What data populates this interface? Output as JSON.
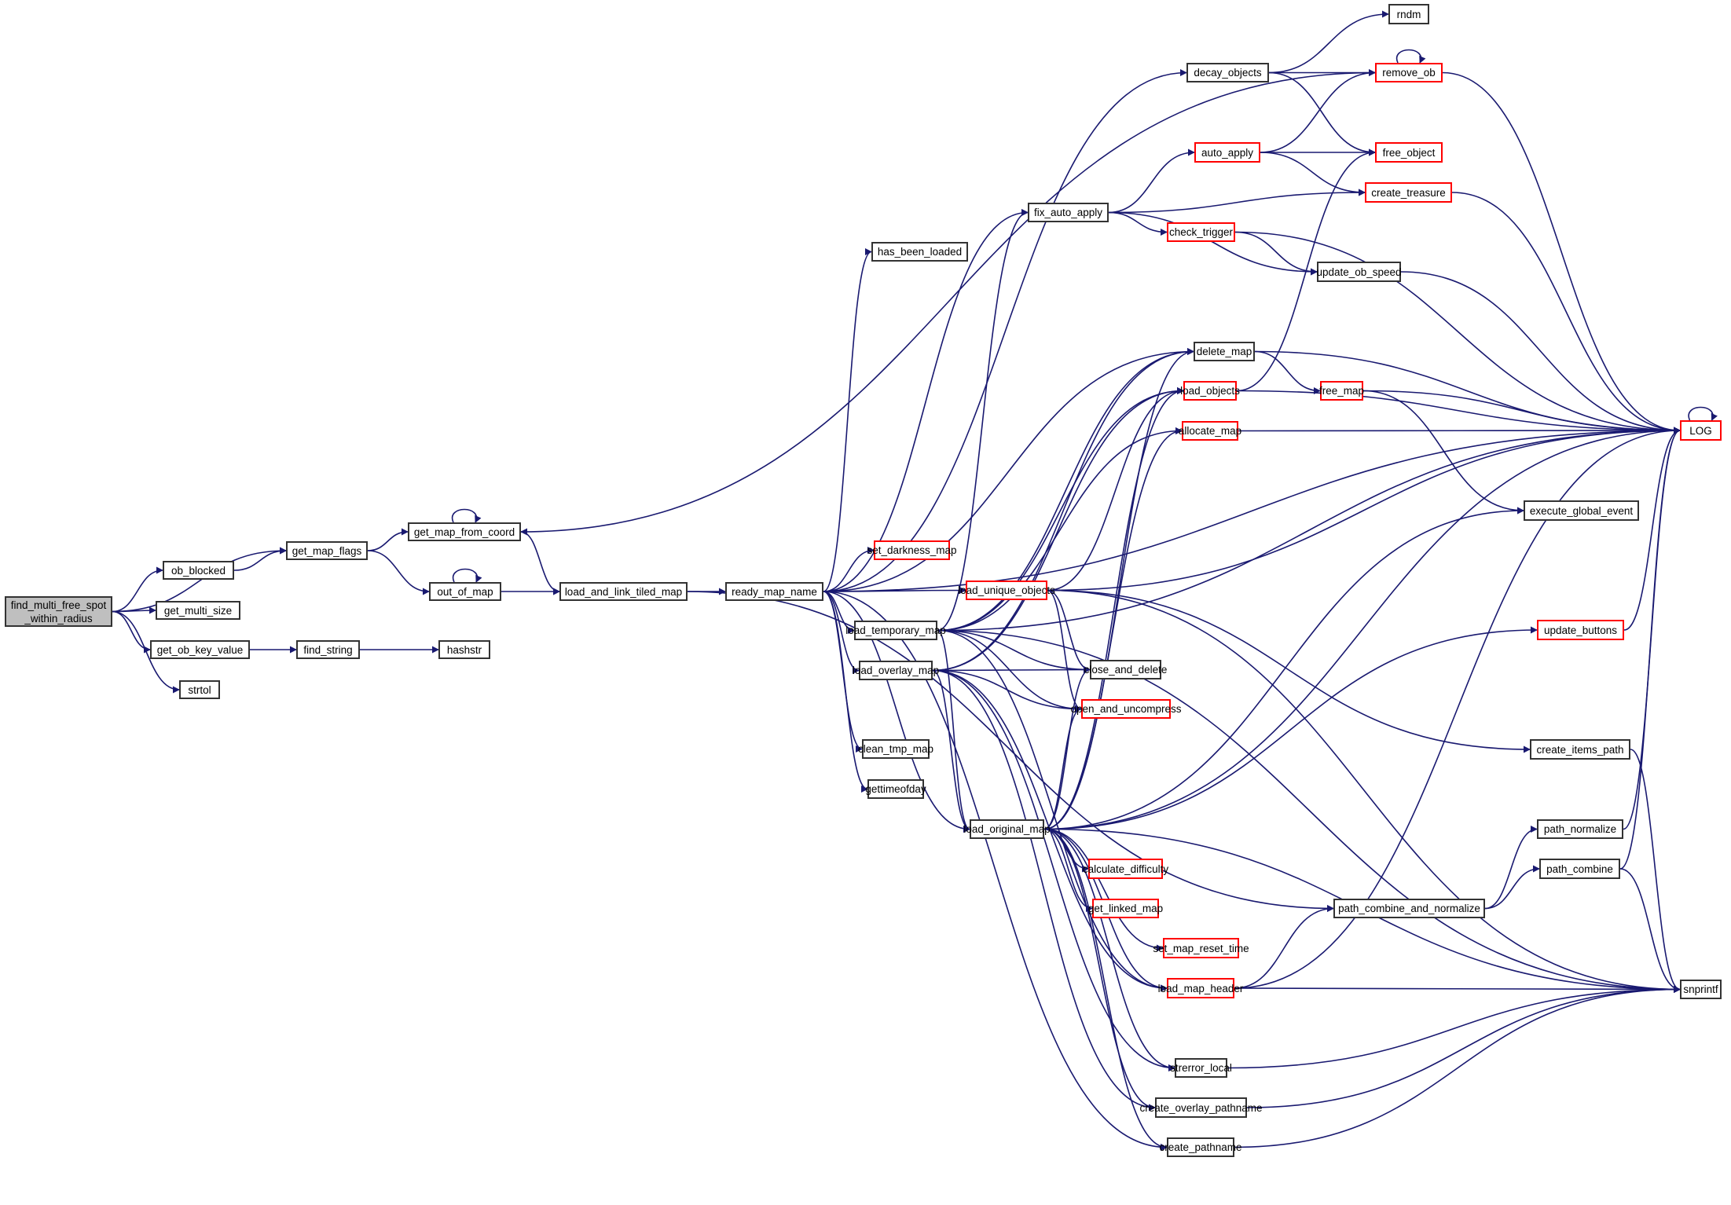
{
  "diagram": {
    "type": "call-graph",
    "colors": {
      "edge": "#191970",
      "node_border": "#333333",
      "truncated_node_border": "#ff0000",
      "root_fill": "#bfbfbf",
      "background": "#ffffff"
    },
    "root": "find_multi_free_spot_within_radius",
    "nodes": [
      {
        "id": "root",
        "label": "find_multi_free_spot\n_within_radius",
        "style": "root"
      },
      {
        "id": "get_map_flags",
        "label": "get_map_flags",
        "style": "normal"
      },
      {
        "id": "ob_blocked",
        "label": "ob_blocked",
        "style": "normal"
      },
      {
        "id": "get_multi_size",
        "label": "get_multi_size",
        "style": "normal"
      },
      {
        "id": "get_ob_key_value",
        "label": "get_ob_key_value",
        "style": "normal"
      },
      {
        "id": "strtol",
        "label": "strtol",
        "style": "normal"
      },
      {
        "id": "get_map_from_coord",
        "label": "get_map_from_coord",
        "style": "normal"
      },
      {
        "id": "out_of_map",
        "label": "out_of_map",
        "style": "normal"
      },
      {
        "id": "find_string",
        "label": "find_string",
        "style": "normal"
      },
      {
        "id": "hashstr",
        "label": "hashstr",
        "style": "normal"
      },
      {
        "id": "load_and_link_tiled_map",
        "label": "load_and_link_tiled_map",
        "style": "normal"
      },
      {
        "id": "ready_map_name",
        "label": "ready_map_name",
        "style": "normal"
      },
      {
        "id": "decay_objects",
        "label": "decay_objects",
        "style": "normal"
      },
      {
        "id": "has_been_loaded",
        "label": "has_been_loaded",
        "style": "normal"
      },
      {
        "id": "set_darkness_map",
        "label": "set_darkness_map",
        "style": "red"
      },
      {
        "id": "load_temporary_map",
        "label": "load_temporary_map",
        "style": "normal"
      },
      {
        "id": "load_overlay_map",
        "label": "load_overlay_map",
        "style": "normal"
      },
      {
        "id": "clean_tmp_map",
        "label": "clean_tmp_map",
        "style": "normal"
      },
      {
        "id": "gettimeofday",
        "label": "gettimeofday",
        "style": "normal"
      },
      {
        "id": "fix_auto_apply",
        "label": "fix_auto_apply",
        "style": "normal"
      },
      {
        "id": "load_unique_objects",
        "label": "load_unique_objects",
        "style": "red"
      },
      {
        "id": "load_original_map",
        "label": "load_original_map",
        "style": "normal"
      },
      {
        "id": "rndm",
        "label": "rndm",
        "style": "normal"
      },
      {
        "id": "remove_ob",
        "label": "remove_ob",
        "style": "red"
      },
      {
        "id": "auto_apply",
        "label": "auto_apply",
        "style": "red"
      },
      {
        "id": "free_object",
        "label": "free_object",
        "style": "red"
      },
      {
        "id": "create_treasure",
        "label": "create_treasure",
        "style": "red"
      },
      {
        "id": "check_trigger",
        "label": "check_trigger",
        "style": "red"
      },
      {
        "id": "update_ob_speed",
        "label": "update_ob_speed",
        "style": "normal"
      },
      {
        "id": "delete_map",
        "label": "delete_map",
        "style": "normal"
      },
      {
        "id": "load_objects",
        "label": "load_objects",
        "style": "red"
      },
      {
        "id": "allocate_map",
        "label": "allocate_map",
        "style": "red"
      },
      {
        "id": "free_map",
        "label": "free_map",
        "style": "red"
      },
      {
        "id": "close_and_delete",
        "label": "close_and_delete",
        "style": "normal"
      },
      {
        "id": "open_and_uncompress",
        "label": "open_and_uncompress",
        "style": "red"
      },
      {
        "id": "calculate_difficulty",
        "label": "calculate_difficulty",
        "style": "red"
      },
      {
        "id": "get_linked_map",
        "label": "get_linked_map",
        "style": "red"
      },
      {
        "id": "set_map_reset_time",
        "label": "set_map_reset_time",
        "style": "red"
      },
      {
        "id": "load_map_header",
        "label": "load_map_header",
        "style": "red"
      },
      {
        "id": "strerror_local",
        "label": "strerror_local",
        "style": "normal"
      },
      {
        "id": "create_overlay_pathname",
        "label": "create_overlay_pathname",
        "style": "normal"
      },
      {
        "id": "create_pathname",
        "label": "create_pathname",
        "style": "normal"
      },
      {
        "id": "execute_global_event",
        "label": "execute_global_event",
        "style": "normal"
      },
      {
        "id": "update_buttons",
        "label": "update_buttons",
        "style": "red"
      },
      {
        "id": "create_items_path",
        "label": "create_items_path",
        "style": "normal"
      },
      {
        "id": "path_normalize",
        "label": "path_normalize",
        "style": "normal"
      },
      {
        "id": "path_combine",
        "label": "path_combine",
        "style": "normal"
      },
      {
        "id": "path_combine_and_normalize",
        "label": "path_combine_and_normalize",
        "style": "normal"
      },
      {
        "id": "LOG",
        "label": "LOG",
        "style": "red"
      },
      {
        "id": "snprintf",
        "label": "snprintf",
        "style": "normal"
      }
    ],
    "edges": [
      [
        "root",
        "get_map_flags"
      ],
      [
        "root",
        "ob_blocked"
      ],
      [
        "root",
        "get_multi_size"
      ],
      [
        "root",
        "get_ob_key_value"
      ],
      [
        "root",
        "strtol"
      ],
      [
        "ob_blocked",
        "get_map_flags"
      ],
      [
        "get_map_flags",
        "get_map_from_coord"
      ],
      [
        "get_map_flags",
        "out_of_map"
      ],
      [
        "get_map_from_coord",
        "get_map_from_coord"
      ],
      [
        "get_map_from_coord",
        "load_and_link_tiled_map"
      ],
      [
        "out_of_map",
        "out_of_map"
      ],
      [
        "out_of_map",
        "load_and_link_tiled_map"
      ],
      [
        "remove_ob",
        "get_map_from_coord"
      ],
      [
        "get_ob_key_value",
        "find_string"
      ],
      [
        "find_string",
        "hashstr"
      ],
      [
        "load_and_link_tiled_map",
        "ready_map_name"
      ],
      [
        "load_and_link_tiled_map",
        "path_combine_and_normalize"
      ],
      [
        "ready_map_name",
        "decay_objects"
      ],
      [
        "ready_map_name",
        "LOG"
      ],
      [
        "ready_map_name",
        "fix_auto_apply"
      ],
      [
        "ready_map_name",
        "has_been_loaded"
      ],
      [
        "ready_map_name",
        "delete_map"
      ],
      [
        "ready_map_name",
        "set_darkness_map"
      ],
      [
        "ready_map_name",
        "load_unique_objects"
      ],
      [
        "ready_map_name",
        "load_temporary_map"
      ],
      [
        "ready_map_name",
        "load_overlay_map"
      ],
      [
        "ready_map_name",
        "clean_tmp_map"
      ],
      [
        "ready_map_name",
        "gettimeofday"
      ],
      [
        "ready_map_name",
        "load_original_map"
      ],
      [
        "ready_map_name",
        "create_pathname"
      ],
      [
        "decay_objects",
        "rndm"
      ],
      [
        "decay_objects",
        "remove_ob"
      ],
      [
        "decay_objects",
        "free_object"
      ],
      [
        "remove_ob",
        "remove_ob"
      ],
      [
        "remove_ob",
        "LOG"
      ],
      [
        "fix_auto_apply",
        "auto_apply"
      ],
      [
        "fix_auto_apply",
        "create_treasure"
      ],
      [
        "fix_auto_apply",
        "check_trigger"
      ],
      [
        "fix_auto_apply",
        "update_ob_speed"
      ],
      [
        "auto_apply",
        "remove_ob"
      ],
      [
        "auto_apply",
        "free_object"
      ],
      [
        "auto_apply",
        "create_treasure"
      ],
      [
        "create_treasure",
        "LOG"
      ],
      [
        "check_trigger",
        "LOG"
      ],
      [
        "check_trigger",
        "update_ob_speed"
      ],
      [
        "update_ob_speed",
        "LOG"
      ],
      [
        "load_temporary_map",
        "fix_auto_apply"
      ],
      [
        "load_temporary_map",
        "delete_map"
      ],
      [
        "load_temporary_map",
        "load_objects"
      ],
      [
        "load_temporary_map",
        "allocate_map"
      ],
      [
        "load_temporary_map",
        "close_and_delete"
      ],
      [
        "load_temporary_map",
        "open_and_uncompress"
      ],
      [
        "load_temporary_map",
        "load_original_map"
      ],
      [
        "load_temporary_map",
        "load_map_header"
      ],
      [
        "load_temporary_map",
        "snprintf"
      ],
      [
        "load_temporary_map",
        "LOG"
      ],
      [
        "load_overlay_map",
        "delete_map"
      ],
      [
        "load_overlay_map",
        "load_objects"
      ],
      [
        "load_overlay_map",
        "close_and_delete"
      ],
      [
        "load_overlay_map",
        "open_and_uncompress"
      ],
      [
        "load_overlay_map",
        "load_map_header"
      ],
      [
        "load_overlay_map",
        "create_overlay_pathname"
      ],
      [
        "load_overlay_map",
        "strerror_local"
      ],
      [
        "load_overlay_map",
        "load_original_map"
      ],
      [
        "load_unique_objects",
        "LOG"
      ],
      [
        "load_unique_objects",
        "close_and_delete"
      ],
      [
        "load_unique_objects",
        "open_and_uncompress"
      ],
      [
        "load_unique_objects",
        "load_objects"
      ],
      [
        "load_unique_objects",
        "create_items_path"
      ],
      [
        "load_unique_objects",
        "snprintf"
      ],
      [
        "load_original_map",
        "delete_map"
      ],
      [
        "load_original_map",
        "load_objects"
      ],
      [
        "load_original_map",
        "allocate_map"
      ],
      [
        "load_original_map",
        "close_and_delete"
      ],
      [
        "load_original_map",
        "open_and_uncompress"
      ],
      [
        "load_original_map",
        "calculate_difficulty"
      ],
      [
        "load_original_map",
        "get_linked_map"
      ],
      [
        "load_original_map",
        "set_map_reset_time"
      ],
      [
        "load_original_map",
        "load_map_header"
      ],
      [
        "load_original_map",
        "strerror_local"
      ],
      [
        "load_original_map",
        "create_overlay_pathname"
      ],
      [
        "load_original_map",
        "create_pathname"
      ],
      [
        "load_original_map",
        "execute_global_event"
      ],
      [
        "load_original_map",
        "update_buttons"
      ],
      [
        "load_original_map",
        "LOG"
      ],
      [
        "load_original_map",
        "snprintf"
      ],
      [
        "delete_map",
        "free_map"
      ],
      [
        "delete_map",
        "LOG"
      ],
      [
        "load_objects",
        "free_object"
      ],
      [
        "load_objects",
        "LOG"
      ],
      [
        "allocate_map",
        "LOG"
      ],
      [
        "free_map",
        "LOG"
      ],
      [
        "free_map",
        "execute_global_event"
      ],
      [
        "load_map_header",
        "path_combine_and_normalize"
      ],
      [
        "load_map_header",
        "snprintf"
      ],
      [
        "load_map_header",
        "LOG"
      ],
      [
        "strerror_local",
        "snprintf"
      ],
      [
        "create_overlay_pathname",
        "snprintf"
      ],
      [
        "create_pathname",
        "snprintf"
      ],
      [
        "update_buttons",
        "LOG"
      ],
      [
        "create_items_path",
        "snprintf"
      ],
      [
        "path_combine_and_normalize",
        "path_normalize"
      ],
      [
        "path_combine_and_normalize",
        "path_combine"
      ],
      [
        "path_normalize",
        "LOG"
      ],
      [
        "path_combine",
        "LOG"
      ],
      [
        "path_combine",
        "snprintf"
      ],
      [
        "LOG",
        "LOG"
      ]
    ]
  }
}
